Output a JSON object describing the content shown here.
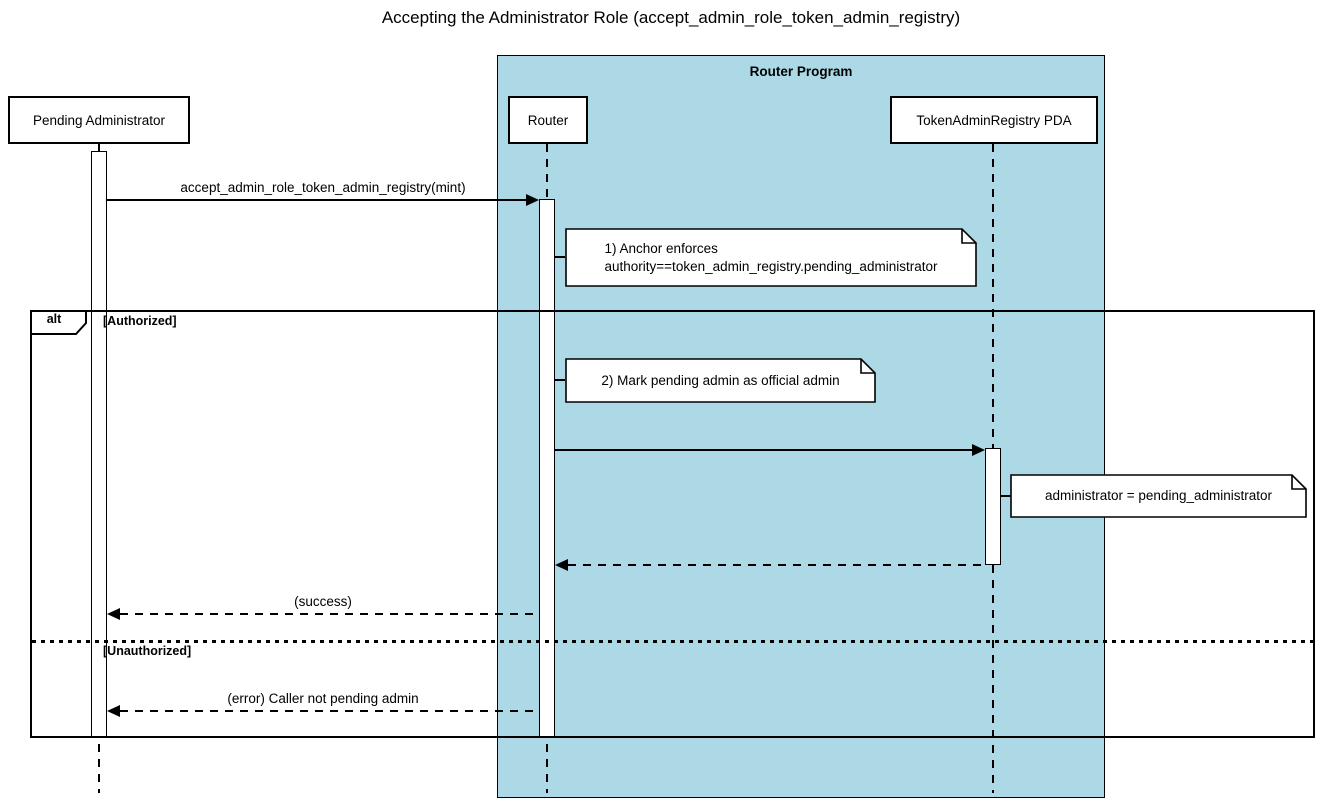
{
  "diagram": {
    "title": "Accepting the Administrator Role (accept_admin_role_token_admin_registry)",
    "group": {
      "label": "Router Program",
      "fill": "#ADD8E6"
    },
    "participants": [
      {
        "label": "Pending Administrator"
      },
      {
        "label": "Router"
      },
      {
        "label": "TokenAdminRegistry PDA"
      }
    ],
    "messages": [
      {
        "label": "accept_admin_role_token_admin_registry(mint)",
        "type": "call",
        "from": "Pending Administrator",
        "to": "Router"
      },
      {
        "label": "",
        "type": "call",
        "from": "Router",
        "to": "TokenAdminRegistry PDA"
      },
      {
        "label": "",
        "type": "return",
        "from": "TokenAdminRegistry PDA",
        "to": "Router"
      },
      {
        "label": "(success)",
        "type": "return",
        "from": "Router",
        "to": "Pending Administrator"
      },
      {
        "label": "(error) Caller not pending admin",
        "type": "return",
        "from": "Router",
        "to": "Pending Administrator"
      }
    ],
    "notes": [
      {
        "text": "1) Anchor enforces\nauthority==token_admin_registry.pending_administrator"
      },
      {
        "text": "2) Mark pending admin as official admin"
      },
      {
        "text": "administrator = pending_administrator"
      }
    ],
    "fragment": {
      "operator": "alt",
      "guards": [
        "[Authorized]",
        "[Unauthorized]"
      ]
    }
  }
}
